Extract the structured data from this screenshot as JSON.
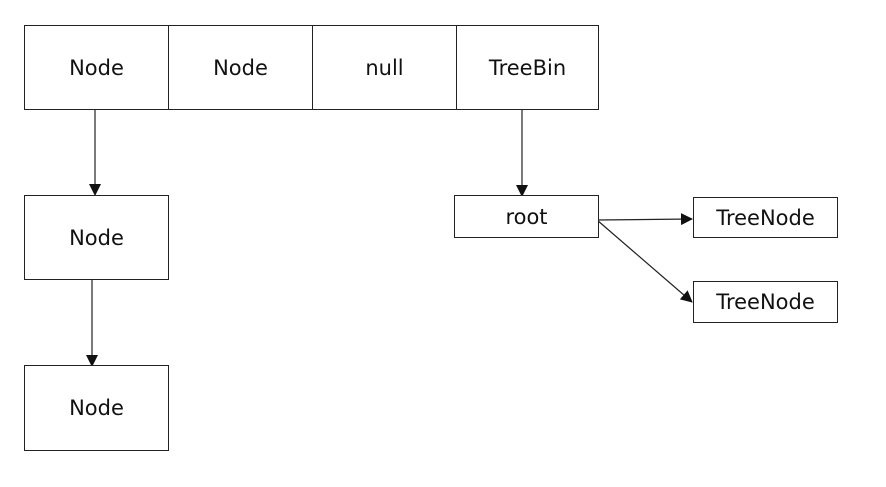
{
  "array": {
    "cells": [
      "Node",
      "Node",
      "null",
      "TreeBin"
    ]
  },
  "chain": {
    "nodes": [
      "Node",
      "Node"
    ]
  },
  "treebin": {
    "root": "root",
    "children": [
      "TreeNode",
      "TreeNode"
    ]
  },
  "colors": {
    "stroke": "#222222",
    "text": "#111111",
    "background": "#ffffff"
  }
}
